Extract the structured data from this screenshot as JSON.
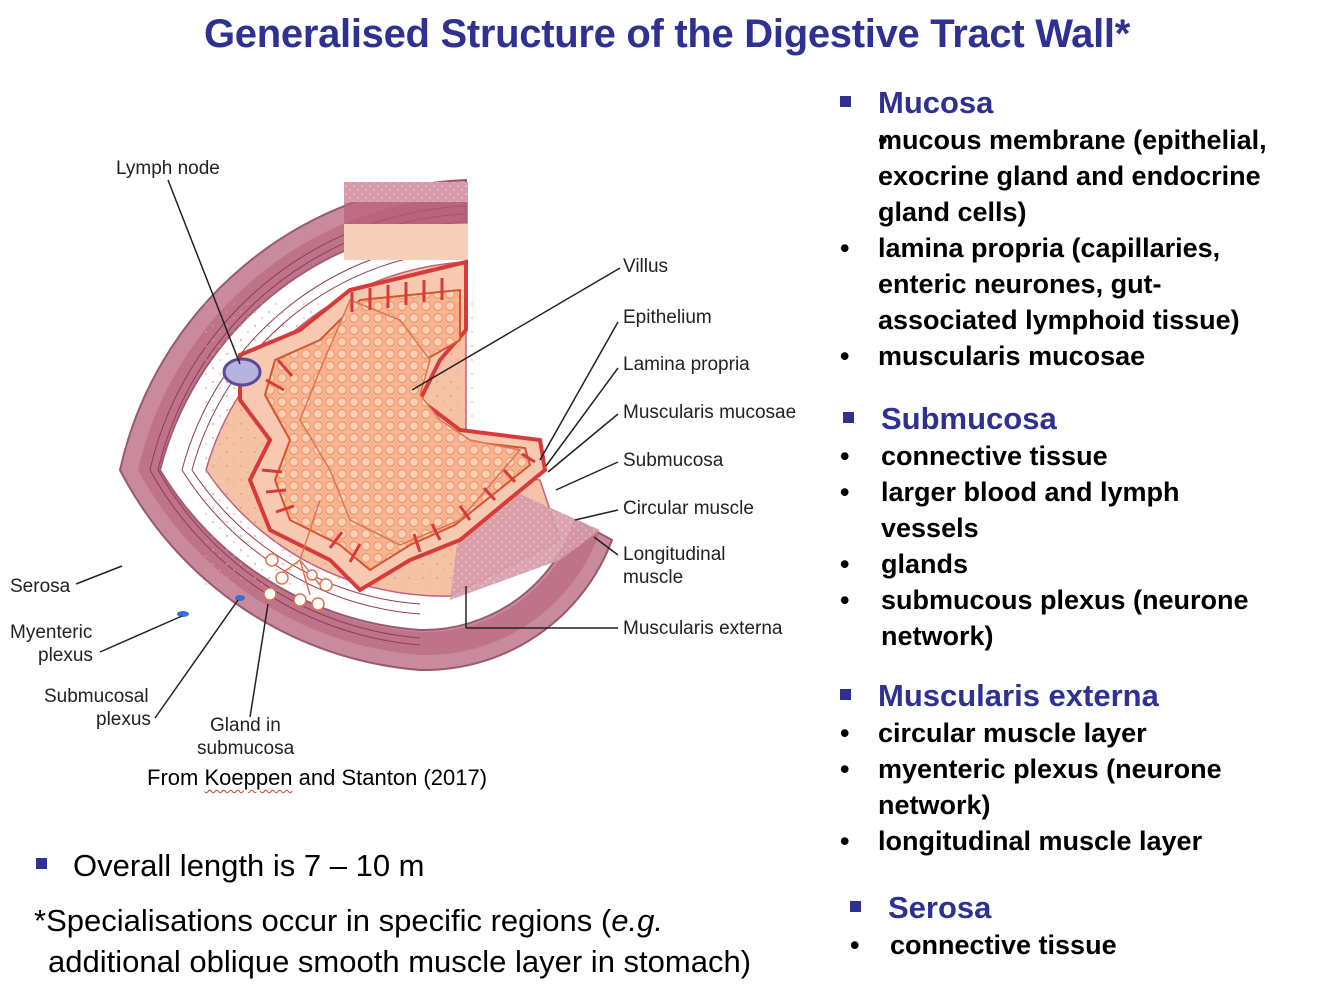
{
  "title": "Generalised Structure of the Digestive Tract Wall*",
  "colors": {
    "heading": "#2e3192",
    "serosa": "#c98a9c",
    "muscle": "#b7607a",
    "mucosa": "#f6c2a6",
    "villus": "#f2a57e",
    "epithelium": "#d83a3a"
  },
  "diagram_labels": {
    "lymph_node": "Lymph node",
    "villus": "Villus",
    "epithelium": "Epithelium",
    "lamina_propria": "Lamina propria",
    "muscularis_mucosae": "Muscularis mucosae",
    "submucosa": "Submucosa",
    "circular_muscle": "Circular muscle",
    "longitudinal_muscle_1": "Longitudinal",
    "longitudinal_muscle_2": "muscle",
    "muscularis_externa": "Muscularis externa",
    "serosa": "Serosa",
    "myenteric_1": "Myenteric",
    "myenteric_2": "plexus",
    "submucosal_1": "Submucosal",
    "submucosal_2": "plexus",
    "gland_1": "Gland in",
    "gland_2": "submucosa"
  },
  "caption": {
    "prefix": "From ",
    "author": "Koeppen",
    "suffix": " and Stanton (2017)"
  },
  "overall_length": "Overall length is 7 – 10 m",
  "footnote": {
    "line1_pre": "*Specialisations occur in specific regions (",
    "line1_em": "e.g.",
    "line2": "additional oblique smooth muscle layer in stomach)"
  },
  "sections": {
    "mucosa": {
      "heading": "Mucosa",
      "items": [
        "mucous membrane (epithelial, exocrine gland and endocrine gland cells)",
        "lamina propria (capillaries, enteric neurones, gut-associated lymphoid tissue)",
        "muscularis mucosae"
      ]
    },
    "submucosa": {
      "heading": "Submucosa",
      "items": [
        "connective tissue",
        "larger blood and lymph vessels",
        "glands",
        "submucous plexus (neurone network)"
      ]
    },
    "muscularis": {
      "heading": "Muscularis externa",
      "items": [
        "circular muscle layer",
        "myenteric plexus (neurone network)",
        "longitudinal muscle layer"
      ]
    },
    "serosa": {
      "heading": "Serosa",
      "items": [
        "connective tissue"
      ]
    }
  }
}
